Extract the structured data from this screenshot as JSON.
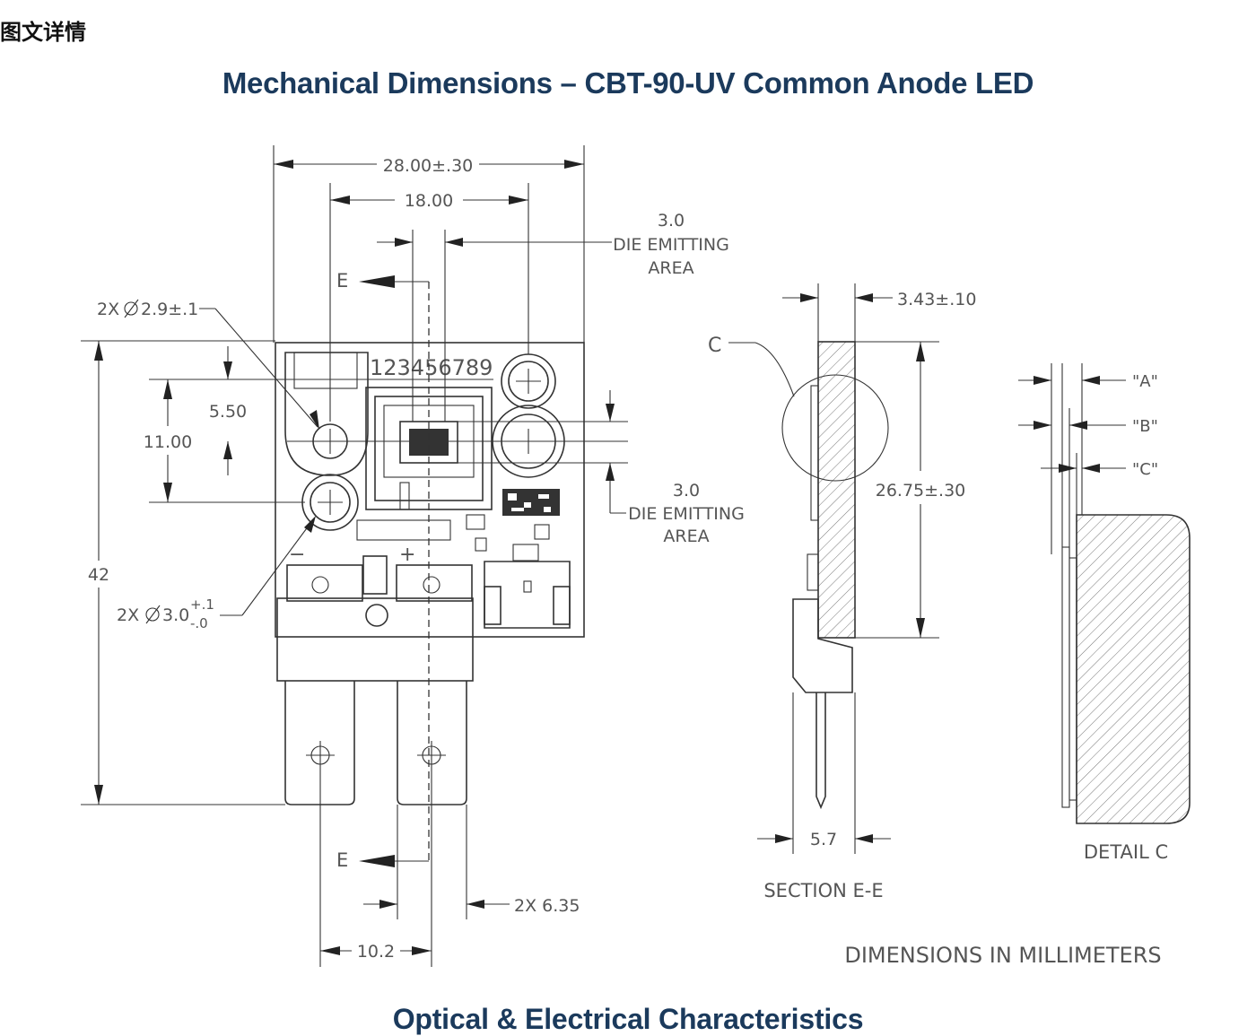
{
  "page_label": "图文详情",
  "title": "Mechanical Dimensions  – CBT-90-UV Common Anode LED",
  "subtitle": "Optical & Electrical Characteristics",
  "drawing": {
    "front_view": {
      "dim_overall_width": "28.00±.30",
      "dim_hole_spacing": "18.00",
      "die_top_value": "3.0",
      "die_top_line1": "DIE EMITTING",
      "die_top_line2": "AREA",
      "section_mark_top": "E",
      "hole_small_label": "2X",
      "hole_small_size": "2.9±.1",
      "dim_5_50": "5.50",
      "dim_11_00": "11.00",
      "die_right_value": "3.0",
      "die_right_line1": "DIE EMITTING",
      "die_right_line2": "AREA",
      "dim_height": "42",
      "hole_large_label": "2X",
      "hole_large_size": "3.0",
      "hole_large_tol_plus": "+.1",
      "hole_large_tol_minus": "-.0",
      "serial_number": "123456789",
      "minus_mark": "−",
      "plus_mark": "+",
      "section_mark_bottom": "E",
      "dim_tab_width": "2X 6.35",
      "dim_tab_spacing": "10.2"
    },
    "section_view": {
      "detail_mark": "C",
      "dim_thickness": "3.43±.10",
      "dim_board_height": "26.75±.30",
      "dim_connector_depth": "5.7",
      "caption": "SECTION E-E"
    },
    "detail_view": {
      "label_a": "\"A\"",
      "label_b": "\"B\"",
      "label_c": "\"C\"",
      "caption": "DETAIL C"
    },
    "units_note": "DIMENSIONS IN MILLIMETERS"
  }
}
